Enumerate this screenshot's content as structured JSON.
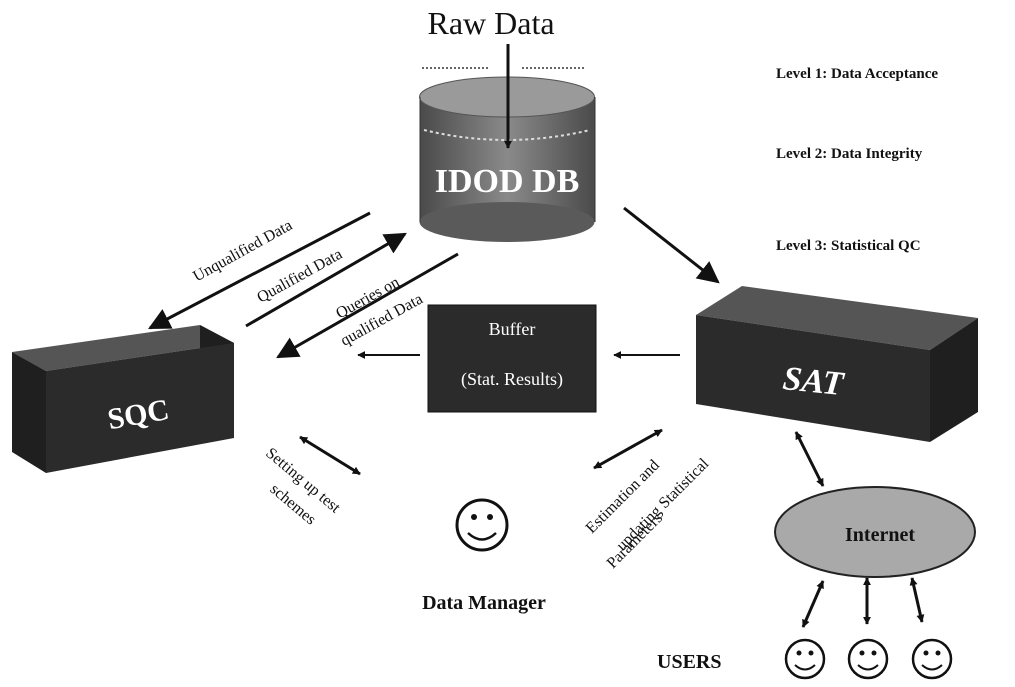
{
  "title": "Raw Data",
  "levels": [
    "Level 1: Data Acceptance",
    "Level 2: Data Integrity",
    "Level 3: Statistical QC"
  ],
  "nodes": {
    "db": "IDOD DB",
    "sqc": "SQC",
    "sat": "SAT",
    "buffer_line1": "Buffer",
    "buffer_line2": "(Stat. Results)",
    "internet": "Internet",
    "data_manager": "Data Manager",
    "users": "USERS"
  },
  "edges": {
    "unqualified": "Unqualified Data",
    "qualified": "Qualified Data",
    "queries_line1": "Queries on",
    "queries_line2": "qualified Data",
    "setup_line1": "Setting up test",
    "setup_line2": "schemes",
    "estimation_line1": "Estimation and",
    "estimation_line2": "updating Statistical",
    "estimation_line3": "Parameters"
  },
  "colors": {
    "dark_box": "#2b2b2b",
    "cylinder": "#6f6f6f",
    "internet_fill": "#a9a9a9",
    "line": "#111111"
  }
}
